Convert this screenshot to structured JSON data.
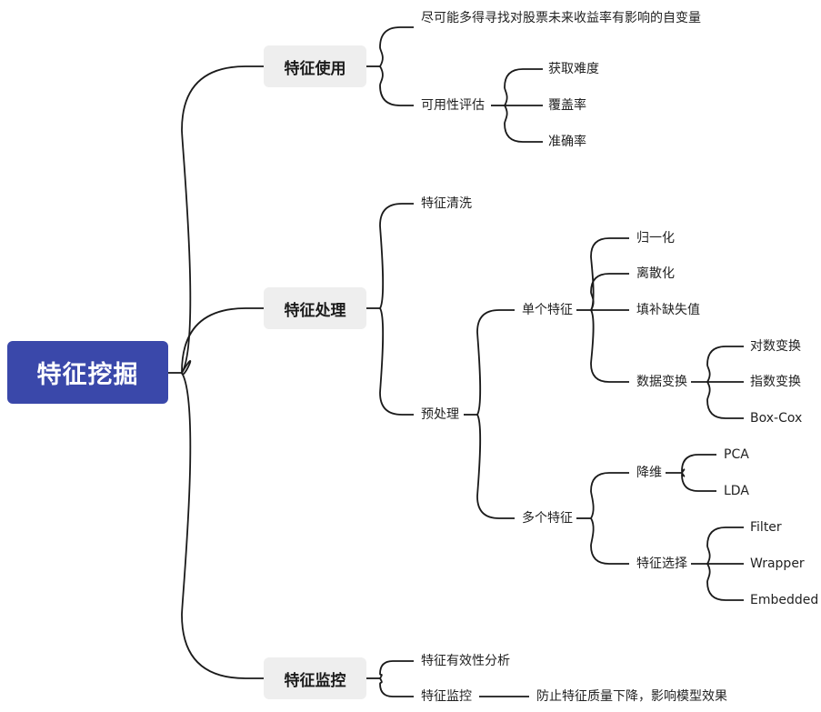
{
  "root": "特征挖掘",
  "usage": {
    "title": "特征使用",
    "goal": "尽可能多得寻找对股票未来收益率有影响的自变量",
    "availability": {
      "label": "可用性评估",
      "items": [
        "获取难度",
        "覆盖率",
        "准确率"
      ]
    }
  },
  "processing": {
    "title": "特征处理",
    "cleaning": "特征清洗",
    "preprocess": {
      "label": "预处理",
      "single": {
        "label": "单个特征",
        "items": [
          "归一化",
          "离散化",
          "填补缺失值"
        ],
        "transform": {
          "label": "数据变换",
          "items": [
            "对数变换",
            "指数变换",
            "Box-Cox"
          ]
        }
      },
      "multi": {
        "label": "多个特征",
        "reduction": {
          "label": "降维",
          "items": [
            "PCA",
            "LDA"
          ]
        },
        "selection": {
          "label": "特征选择",
          "items": [
            "Filter",
            "Wrapper",
            "Embedded"
          ]
        }
      }
    }
  },
  "monitoring": {
    "title": "特征监控",
    "validity": "特征有效性分析",
    "monitor": "特征监控",
    "monitor_note": "防止特征质量下降，影响模型效果"
  }
}
